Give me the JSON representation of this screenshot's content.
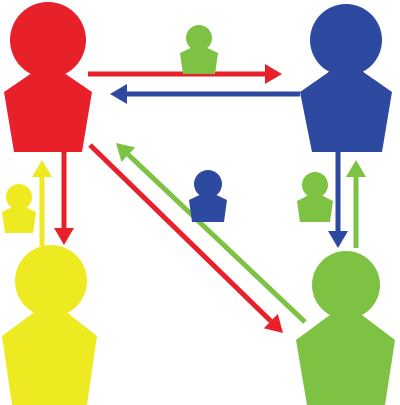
{
  "colors": {
    "red": "#E8202A",
    "blue": "#2E4AA0",
    "green": "#7DC242",
    "yellow": "#EEEA22",
    "background": "#FFFFFF"
  },
  "nodes": [
    {
      "id": "red-person",
      "color": "red",
      "size": "large"
    },
    {
      "id": "blue-person",
      "color": "blue",
      "size": "large"
    },
    {
      "id": "yellow-person",
      "color": "yellow",
      "size": "large"
    },
    {
      "id": "green-person",
      "color": "green",
      "size": "large"
    },
    {
      "id": "small-green-top",
      "color": "green",
      "size": "small"
    },
    {
      "id": "small-blue-center",
      "color": "blue",
      "size": "small"
    },
    {
      "id": "small-yellow-left",
      "color": "yellow",
      "size": "small"
    },
    {
      "id": "small-green-right",
      "color": "green",
      "size": "small"
    }
  ],
  "edges": [
    {
      "from": "red-person",
      "to": "blue-person",
      "color": "red"
    },
    {
      "from": "blue-person",
      "to": "red-person",
      "color": "blue"
    },
    {
      "from": "red-person",
      "to": "yellow-person",
      "color": "red"
    },
    {
      "from": "yellow-person",
      "to": "red-person",
      "color": "yellow"
    },
    {
      "from": "blue-person",
      "to": "green-person",
      "color": "blue"
    },
    {
      "from": "green-person",
      "to": "blue-person",
      "color": "green"
    },
    {
      "from": "red-person",
      "to": "green-person",
      "color": "red"
    },
    {
      "from": "green-person",
      "to": "red-person",
      "color": "green"
    }
  ]
}
